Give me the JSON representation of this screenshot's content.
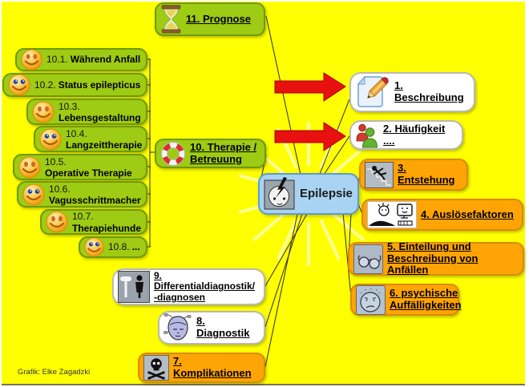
{
  "title": "Epilepsie Mindmap",
  "colors": {
    "background": "#FFFF00",
    "green_node": "#9ECB13",
    "orange_node": "#FFA405",
    "white_node": "#FFFFFF",
    "center_node": "#A9D3F2",
    "arrow_red": "#E91010"
  },
  "center": {
    "label": "Epilepsie",
    "icon": "power-socket-lightning"
  },
  "topics": [
    {
      "label": "1. Beschreibung",
      "icon": "pencil-document"
    },
    {
      "label": "2. Häufigkeit ....",
      "icon": "two-people"
    },
    {
      "label": "3. Entstehung",
      "icon": "falling-person"
    },
    {
      "label": "4. Auslösefaktoren",
      "icon": "computer-cartoon"
    },
    {
      "label": "5. Einteilung und\nBeschreibung von Anfällen",
      "icon": "eyeglasses"
    },
    {
      "label": "6. psychische\nAuffälligkeiten",
      "icon": "worried-face"
    },
    {
      "label": "7. Komplikationen",
      "icon": "skull-crossbones"
    },
    {
      "label": "8. Diagnostik",
      "icon": "eeg-head"
    },
    {
      "label": "9.\nDifferentialdiagnostik/\n-diagnosen",
      "icon": "restroom-sign"
    },
    {
      "label": "10. Therapie /\nBetreuung",
      "icon": "lifebuoy"
    },
    {
      "label": "11. Prognose",
      "icon": "hourglass"
    }
  ],
  "therapy_subtopics": [
    {
      "num": "10.1.",
      "text": "Während Anfall"
    },
    {
      "num": "10.2.",
      "text": "Status epilepticus"
    },
    {
      "num": "10.3.",
      "text": "Lebensgestaltung"
    },
    {
      "num": "10.4.",
      "text": "Langzeittherapie"
    },
    {
      "num": "10.5.",
      "text": "Operative Therapie"
    },
    {
      "num": "10.6.",
      "text": "Vagusschrittmacher"
    },
    {
      "num": "10.7.",
      "text": "Therapiehunde"
    },
    {
      "num": "10.8.",
      "text": "..."
    }
  ],
  "caption": "Grafik: Elke Zagadzki"
}
